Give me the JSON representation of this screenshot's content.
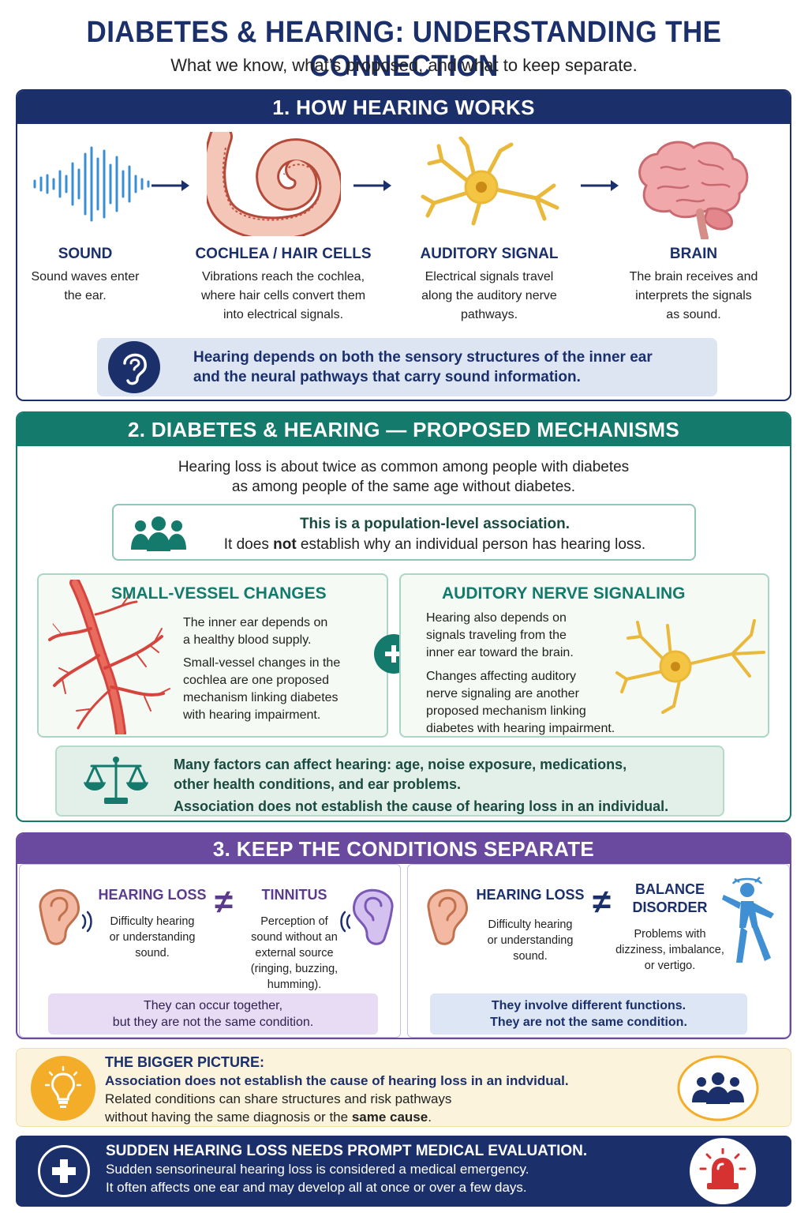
{
  "header": {
    "title": "DIABETES & HEARING: UNDERSTANDING THE CONNECTION",
    "subtitle": "What we know, what’s proposed, and what to keep separate."
  },
  "section1": {
    "heading": "1. HOW HEARING WORKS",
    "steps": [
      {
        "title": "SOUND",
        "lines": [
          "Sound waves enter",
          "the ear."
        ],
        "icon": "sound-wave-icon"
      },
      {
        "title": "COCHLEA / HAIR CELLS",
        "lines": [
          "Vibrations reach the cochlea,",
          "where hair cells convert them",
          "into electrical signals."
        ],
        "icon": "cochlea-icon"
      },
      {
        "title": "AUDITORY SIGNAL",
        "lines": [
          "Electrical signals travel",
          "along the auditory nerve",
          "pathways."
        ],
        "icon": "neuron-icon"
      },
      {
        "title": "BRAIN",
        "lines": [
          "The brain receives and",
          "interprets the signals",
          "as sound."
        ],
        "icon": "brain-icon"
      }
    ],
    "callout": [
      "Hearing depends on both the sensory structures of the inner ear",
      "and the neural pathways that carry sound information."
    ]
  },
  "section2": {
    "heading": "2. DIABETES & HEARING — PROPOSED MECHANISMS",
    "lead": [
      "Hearing loss is about twice as common among people with diabetes",
      "as among people of the same age without diabetes."
    ],
    "population": {
      "bold": "This is a population-level association.",
      "pre": "It does ",
      "not": "not",
      "post": " establish why an individual person has hearing loss."
    },
    "mech1": {
      "title": "SMALL-VESSEL CHANGES",
      "p1": [
        "The inner ear depends on",
        "a healthy blood supply."
      ],
      "p2": [
        "Small-vessel changes in the",
        "cochlea are one proposed",
        "mechanism linking diabetes",
        "with hearing impairment."
      ]
    },
    "mech2": {
      "title": "AUDITORY NERVE SIGNALING",
      "p1": [
        "Hearing also depends on",
        "signals traveling from the",
        "inner ear toward the brain."
      ],
      "p2": [
        "Changes affecting auditory",
        "nerve signaling are another",
        "proposed mechanism linking",
        "diabetes with hearing impairment."
      ]
    },
    "factors": [
      "Many factors can affect hearing: age, noise exposure, medications,",
      "other health conditions, and ear problems.",
      "Association does not establish the cause of hearing loss in an individual."
    ]
  },
  "section3": {
    "heading": "3. KEEP THE CONDITIONS SEPARATE",
    "left": {
      "a_title": "HEARING LOSS",
      "a_desc": [
        "Difficulty hearing",
        "or understanding",
        "sound."
      ],
      "b_title": "TINNITUS",
      "b_desc": [
        "Perception of",
        "sound without an",
        "external source",
        "(ringing, buzzing,",
        "humming)."
      ],
      "note": [
        "They can occur together,",
        "but they are not the same condition."
      ]
    },
    "right": {
      "a_title": "HEARING LOSS",
      "a_desc": [
        "Difficulty hearing",
        "or understanding",
        "sound."
      ],
      "b_title": [
        "BALANCE",
        "DISORDER"
      ],
      "b_desc": [
        "Problems with",
        "dizziness, imbalance,",
        "or vertigo."
      ],
      "note": [
        "They involve different functions.",
        "They are not the same condition."
      ]
    },
    "neq_symbol": "≠"
  },
  "bigger_picture": {
    "heading": "THE BIGGER PICTURE:",
    "bold_line": "Association does not establish the cause of hearing loss in an indvidual.",
    "line2": "Related conditions can share structures and risk pathways",
    "line3_pre": "without having the same diagnosis or the ",
    "line3_bold": "same cause",
    "line3_post": "."
  },
  "sudden": {
    "heading": "SUDDEN HEARING LOSS NEEDS PROMPT MEDICAL EVALUATION.",
    "line1": "Sudden sensorineural hearing loss is considered a medical emergency.",
    "line2": "It often affects one ear and may develop all at once or over a few days."
  },
  "colors": {
    "navy": "#1b2f6b",
    "teal": "#137a6c",
    "purple": "#6a4a9f",
    "amber": "#f3ad29",
    "red": "#d63232"
  }
}
